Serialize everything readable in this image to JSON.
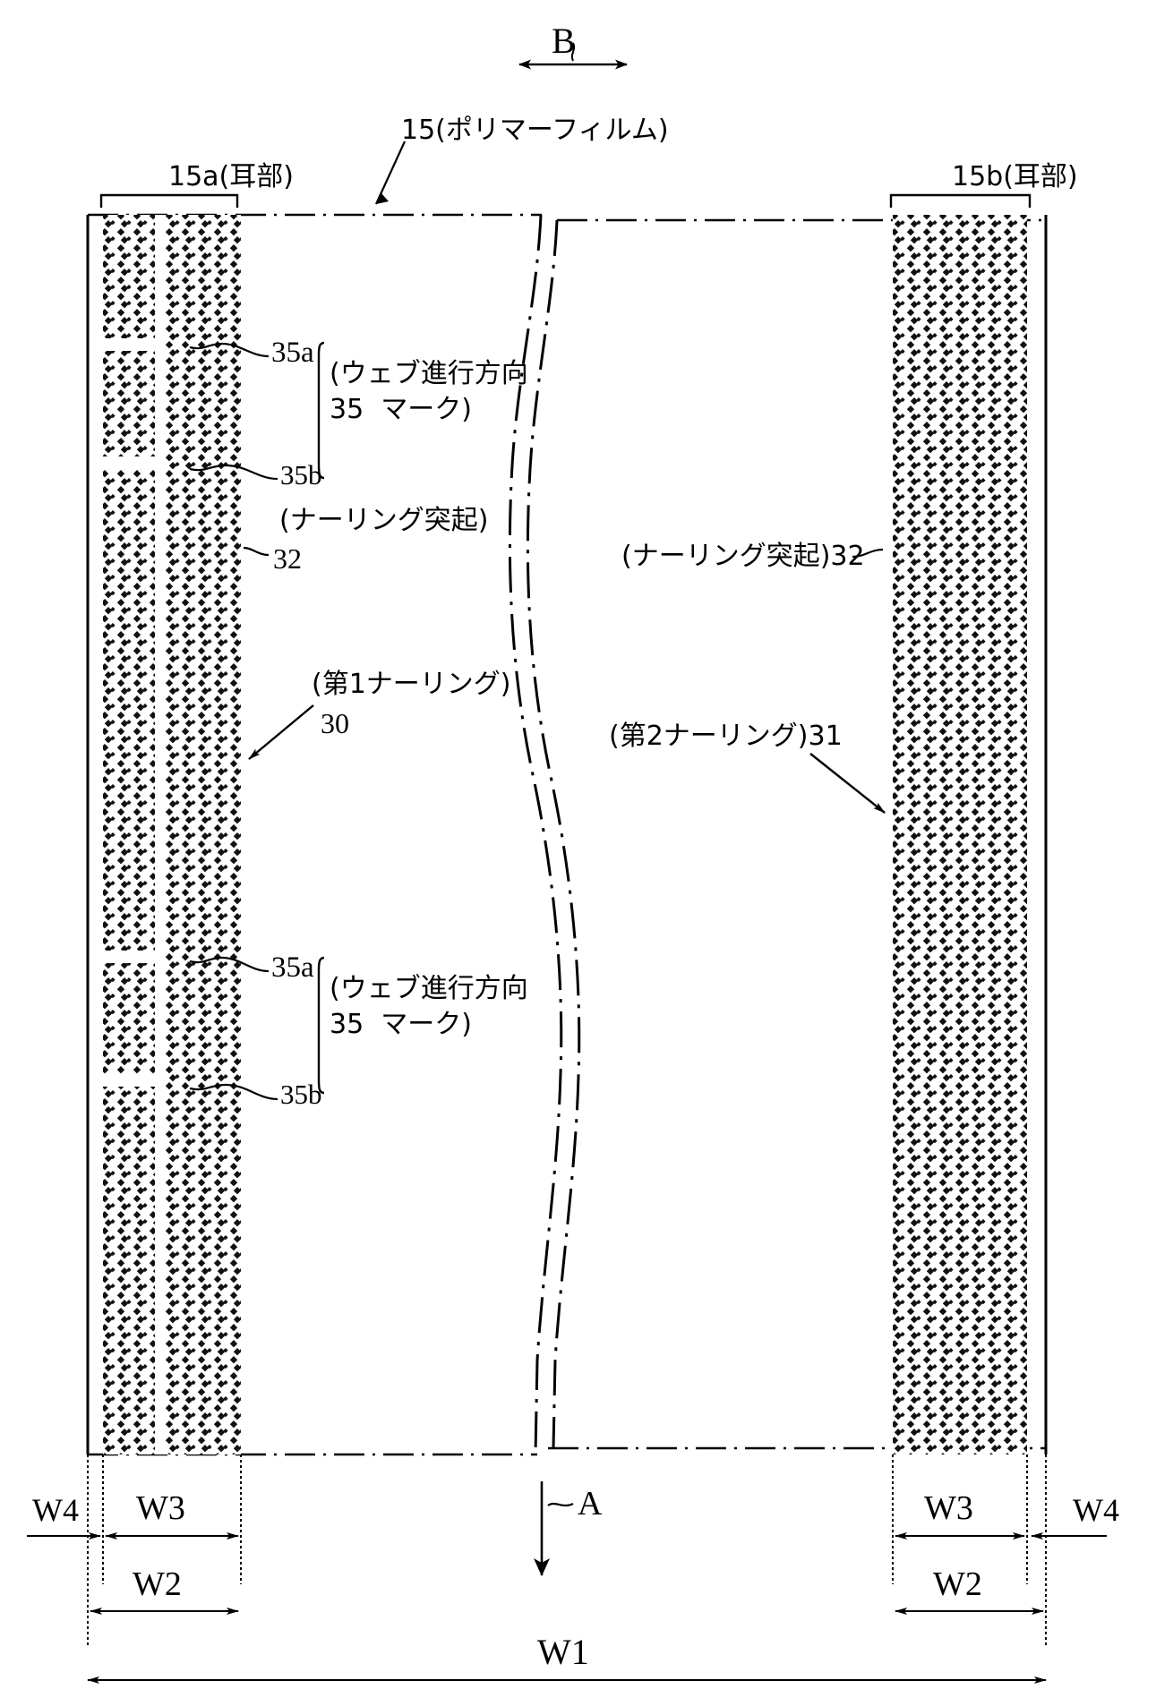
{
  "figure": {
    "type": "patent-technical-drawing",
    "subject": "polymer film web with knurled edge portions, top view",
    "background": "#ffffff",
    "ink": "#000000"
  },
  "labels": {
    "direction_b": "B",
    "direction_a": "A",
    "film": "15(ポリマーフィルム)",
    "ear_left": "15a(耳部)",
    "ear_right": "15b(耳部)",
    "mark_35a_upper": "35a",
    "mark_35b_upper": "35b",
    "mark_group_upper_line1": "(ウェブ進行方向",
    "mark_group_upper_line2": "35  マーク)",
    "mark_35a_lower": "35a",
    "mark_35b_lower": "35b",
    "mark_group_lower_line1": "(ウェブ進行方向",
    "mark_group_lower_line2": "35  マーク)",
    "knurl_protrusion_left_line1": "(ナーリング突起)",
    "knurl_protrusion_left_num": "32",
    "knurl_protrusion_right": "(ナーリング突起)32",
    "first_knurling_text": "(第1ナーリング)",
    "first_knurling_num": "30",
    "second_knurling": "(第2ナーリング)31",
    "w1": "W1",
    "w2_left": "W2",
    "w2_right": "W2",
    "w3_left": "W3",
    "w3_right": "W3",
    "w4_left": "W4",
    "w4_right": "W4"
  },
  "icons": {
    "arrow_b": "double-headed-horizontal-arrow",
    "arrow_a": "downward-arrow",
    "leader": "leader-line",
    "dimension": "dimension-arrow"
  }
}
